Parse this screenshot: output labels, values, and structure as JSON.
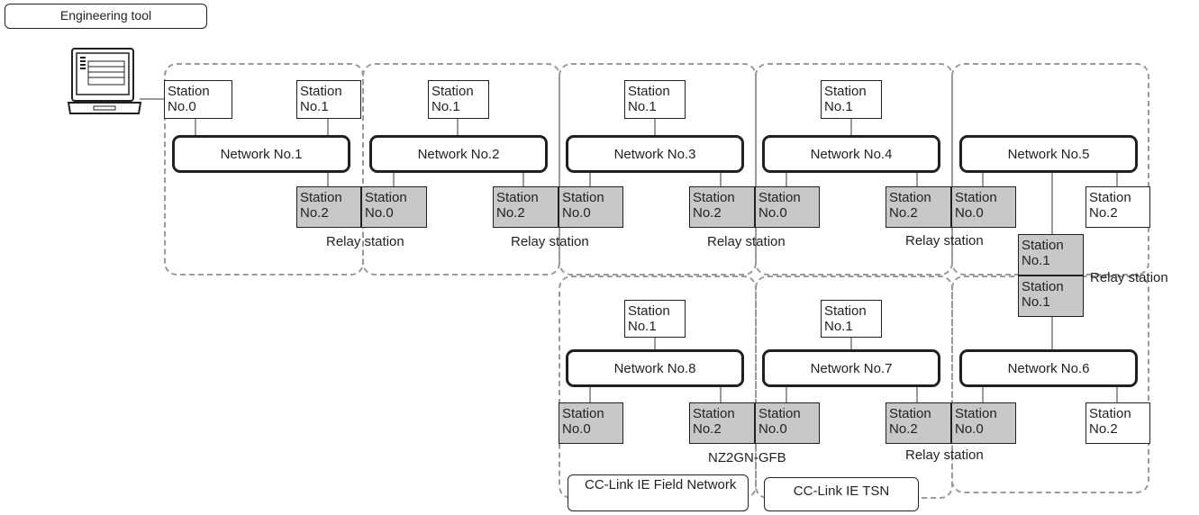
{
  "title": "Engineering tool",
  "labels": {
    "station": "Station",
    "relay_station": "Relay station",
    "nz2gn": "NZ2GN-GFB"
  },
  "networks": [
    {
      "id": "net1",
      "name": "Network No.1"
    },
    {
      "id": "net2",
      "name": "Network No.2"
    },
    {
      "id": "net3",
      "name": "Network No.3"
    },
    {
      "id": "net4",
      "name": "Network No.4"
    },
    {
      "id": "net5",
      "name": "Network No.5"
    },
    {
      "id": "net6",
      "name": "Network No.6"
    },
    {
      "id": "net7",
      "name": "Network No.7"
    },
    {
      "id": "net8",
      "name": "Network No.8"
    }
  ],
  "stations": [
    {
      "no": "No.0",
      "relay": false
    },
    {
      "no": "No.1",
      "relay": false
    },
    {
      "no": "No.1",
      "relay": false
    },
    {
      "no": "No.1",
      "relay": false
    },
    {
      "no": "No.1",
      "relay": false
    },
    {
      "no": "No.2",
      "relay": true
    },
    {
      "no": "No.0",
      "relay": true
    },
    {
      "no": "No.2",
      "relay": true
    },
    {
      "no": "No.0",
      "relay": true
    },
    {
      "no": "No.2",
      "relay": true
    },
    {
      "no": "No.0",
      "relay": true
    },
    {
      "no": "No.2",
      "relay": true
    },
    {
      "no": "No.0",
      "relay": true
    },
    {
      "no": "No.2",
      "relay": false
    },
    {
      "no": "No.1",
      "relay": true
    },
    {
      "no": "No.1",
      "relay": true
    },
    {
      "no": "No.1",
      "relay": false
    },
    {
      "no": "No.1",
      "relay": false
    },
    {
      "no": "No.0",
      "relay": true
    },
    {
      "no": "No.2",
      "relay": true
    },
    {
      "no": "No.0",
      "relay": true
    },
    {
      "no": "No.2",
      "relay": true
    },
    {
      "no": "No.0",
      "relay": true
    },
    {
      "no": "No.2",
      "relay": false
    }
  ],
  "network_types": {
    "field": "CC-Link IE Field Network",
    "tsn": "CC-Link IE TSN"
  }
}
